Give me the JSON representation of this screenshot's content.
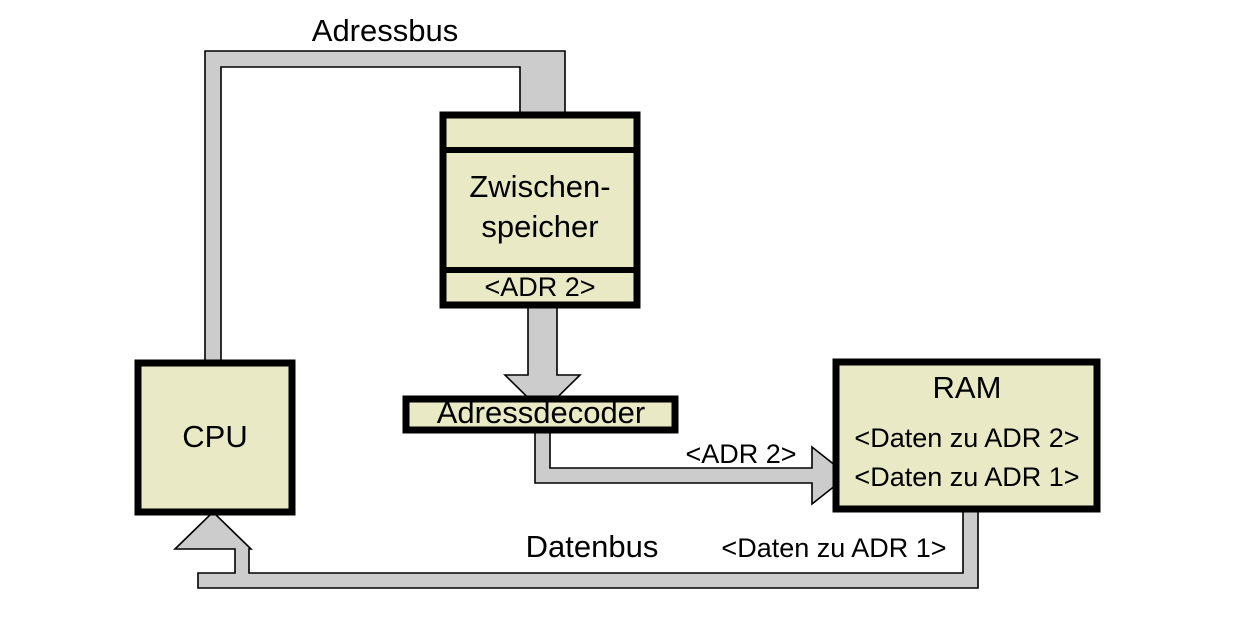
{
  "diagram": {
    "title": "CPU RAM Adressbus Datenbus Ablauf",
    "colors": {
      "box_fill": "#e9e9c6",
      "box_border": "#000000",
      "bus_fill": "#cccccc",
      "bus_border": "#000000",
      "background": "#ffffff",
      "text": "#000000"
    },
    "nodes": {
      "cpu": {
        "label": "CPU"
      },
      "zwischenspeicher": {
        "label_line1": "Zwischen-",
        "label_line2": "speicher",
        "bottom_label": "<ADR 2>",
        "top_label": ""
      },
      "adressdecoder": {
        "label": "Adressdecoder"
      },
      "ram": {
        "title": "RAM",
        "rows": [
          "<Daten zu ADR 2>",
          "<Daten zu ADR 1>"
        ]
      }
    },
    "edges": {
      "adressbus": {
        "label": "Adressbus"
      },
      "adr2_to_ram": {
        "label": "<ADR 2>"
      },
      "datenbus": {
        "label": "Datenbus",
        "payload": "<Daten zu ADR 1>"
      }
    }
  }
}
